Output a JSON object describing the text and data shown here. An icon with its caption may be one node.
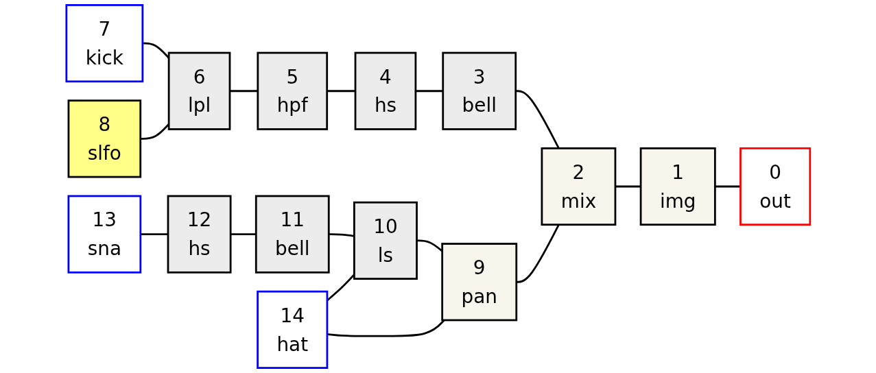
{
  "diagram": {
    "nodes": [
      {
        "text": [
          "7",
          "kick"
        ]
      },
      {
        "text": [
          "6",
          "lpl"
        ]
      },
      {
        "text": [
          "5",
          "hpf"
        ]
      },
      {
        "text": [
          "4",
          "hs"
        ]
      },
      {
        "text": [
          "3",
          "bell"
        ]
      },
      {
        "text": [
          "8",
          "slfo"
        ]
      },
      {
        "text": [
          "13",
          "sna"
        ]
      },
      {
        "text": [
          "12",
          "hs"
        ]
      },
      {
        "text": [
          "11",
          "bell"
        ]
      },
      {
        "text": [
          "10",
          "ls"
        ]
      },
      {
        "text": [
          "9",
          "pan"
        ]
      },
      {
        "text": [
          "2",
          "mix"
        ]
      },
      {
        "text": [
          "1",
          "img"
        ]
      },
      {
        "text": [
          "0",
          "out"
        ]
      },
      {
        "text": [
          "14",
          "hat"
        ]
      }
    ],
    "edges": [
      {
        "from": 0,
        "to": 1,
        "arrow": "none"
      },
      {
        "from": 1,
        "to": 2,
        "arrow": "none"
      },
      {
        "from": 2,
        "to": 3,
        "arrow": "none"
      },
      {
        "from": 3,
        "to": 4,
        "arrow": "none"
      },
      {
        "from": 5,
        "to": 1,
        "arrow": "none"
      },
      {
        "from": 4,
        "to": 11,
        "arrow": "none"
      },
      {
        "from": 6,
        "to": 7,
        "arrow": "none"
      },
      {
        "from": 7,
        "to": 8,
        "arrow": "none"
      },
      {
        "from": 8,
        "to": 9,
        "arrow": "none"
      },
      {
        "from": 9,
        "to": 10,
        "arrow": "none"
      },
      {
        "from": 14,
        "to": 9,
        "arrow": "none"
      },
      {
        "from": 14,
        "to": 10,
        "arrow": "none"
      },
      {
        "from": 10,
        "to": 11,
        "arrow": "none"
      },
      {
        "from": 11,
        "to": 12,
        "arrow": "none"
      },
      {
        "from": 12,
        "to": 13,
        "arrow": "none"
      }
    ]
  }
}
